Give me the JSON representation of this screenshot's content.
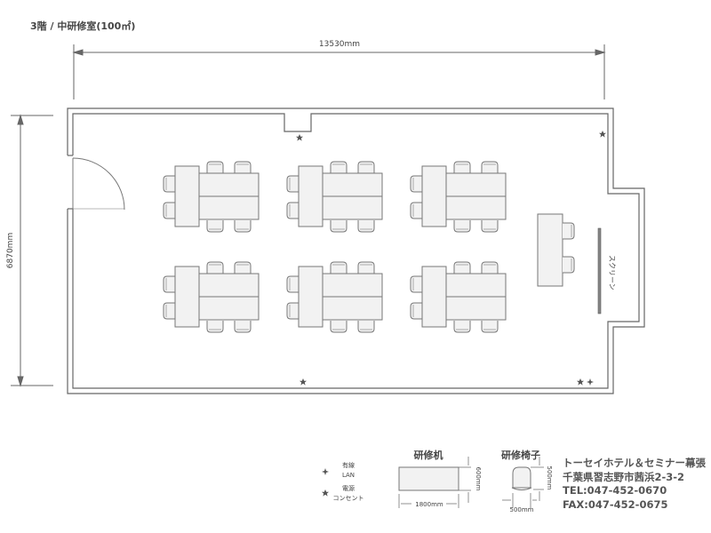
{
  "title": "3階 / 中研修室(100㎡)",
  "dimensions": {
    "width": "13530mm",
    "height": "6870mm"
  },
  "screen_label": "スクリーン",
  "legend": {
    "lan_line1": "有線",
    "lan_line2": "LAN",
    "power_line1": "電源",
    "power_line2": "コンセント",
    "desk_title": "研修机",
    "desk_width": "1800mm",
    "desk_depth": "600mm",
    "chair_title": "研修椅子",
    "chair_width": "500mm",
    "chair_depth": "500mm"
  },
  "company": {
    "name": "トーセイホテル＆セミナー幕張",
    "address": "千葉県習志野市茜浜2-3-2",
    "tel": "TEL:047-452-0670",
    "fax": "FAX:047-452-0675"
  },
  "colors": {
    "line": "#666666",
    "fill": "#f2f2f2"
  }
}
